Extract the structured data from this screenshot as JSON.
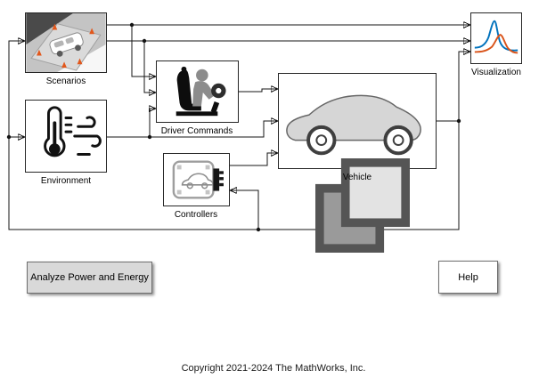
{
  "diagram": {
    "blocks": {
      "scenarios": {
        "label": "Scenarios",
        "icon": "driving-scenario-thumbnail"
      },
      "environment": {
        "label": "Environment",
        "icon": "thermometer-wind-icon"
      },
      "driver_commands": {
        "label": "Driver Commands",
        "icon": "driver-seat-icon"
      },
      "controllers": {
        "label": "Controllers",
        "icon": "ecu-car-icon"
      },
      "vehicle": {
        "label": "Vehicle",
        "icon": "car-silhouette-icon"
      },
      "visualization": {
        "label": "Visualization",
        "icon": "line-plot-icon"
      }
    }
  },
  "buttons": {
    "analyze": {
      "label": "Analyze Power and Energy"
    },
    "help": {
      "label": "Help"
    }
  },
  "footer": {
    "copyright": "Copyright 2021-2024 The MathWorks, Inc."
  },
  "colors": {
    "wire": "#141414",
    "block_border": "#262626",
    "plot_blue": "#0072BD",
    "plot_orange": "#D95319",
    "cone_orange": "#E2571B",
    "button_gray": "#D9D9D9"
  }
}
